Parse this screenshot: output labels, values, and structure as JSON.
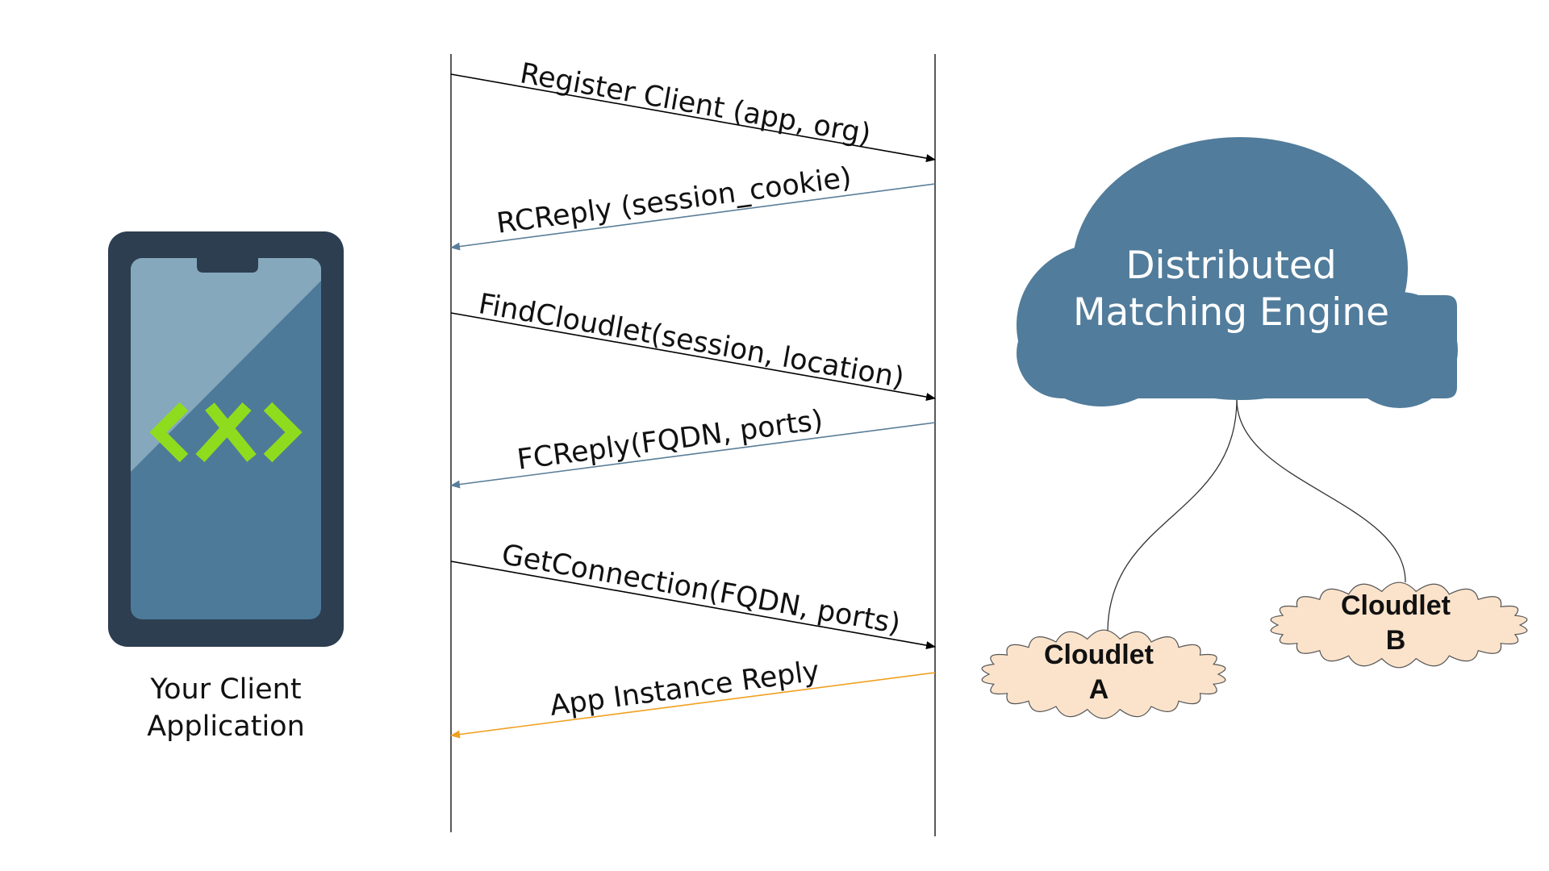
{
  "client": {
    "label_line1": "Your Client",
    "label_line2": "Application"
  },
  "matching_engine": {
    "label_line1": "Distributed",
    "label_line2": "Matching Engine",
    "color": "#517c9b"
  },
  "messages": [
    {
      "label": "Register Client (app, org)",
      "direction": "to-engine",
      "color": "#000000"
    },
    {
      "label": "RCReply (session_cookie)",
      "direction": "to-client",
      "color": "#5a7e99"
    },
    {
      "label": "FindCloudlet(session, location)",
      "direction": "to-engine",
      "color": "#000000"
    },
    {
      "label": "FCReply(FQDN, ports)",
      "direction": "to-client",
      "color": "#5a7e99"
    },
    {
      "label": "GetConnection(FQDN, ports)",
      "direction": "to-engine",
      "color": "#000000"
    },
    {
      "label": "App Instance Reply",
      "direction": "to-client",
      "color": "#f0a020"
    }
  ],
  "cloudlets": [
    {
      "label_line1": "Cloudlet",
      "label_line2": "A"
    },
    {
      "label_line1": "Cloudlet",
      "label_line2": "B"
    }
  ],
  "colors": {
    "phone_body": "#2c3e50",
    "phone_screen": "#4e7a99",
    "phone_screen_highlight": "#86a8bd",
    "logo": "#8fdc1e",
    "cloudlet_fill": "#fbe3cb"
  },
  "icons": [
    "smartphone-icon",
    "code-logo-icon",
    "cloud-icon"
  ]
}
